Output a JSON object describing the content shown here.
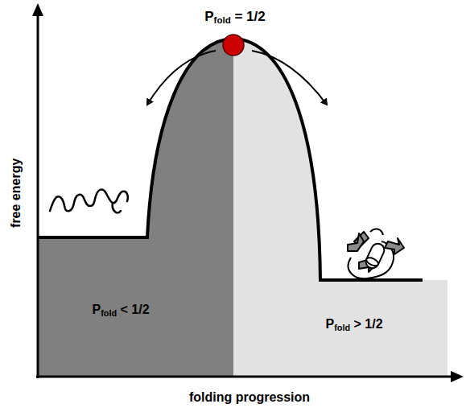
{
  "diagram": {
    "labels": [
      "Pfold = 1/2",
      "free energy",
      "Pfold < 1/2",
      "Pfold > 1/2",
      "folding progression"
    ]
  }
}
